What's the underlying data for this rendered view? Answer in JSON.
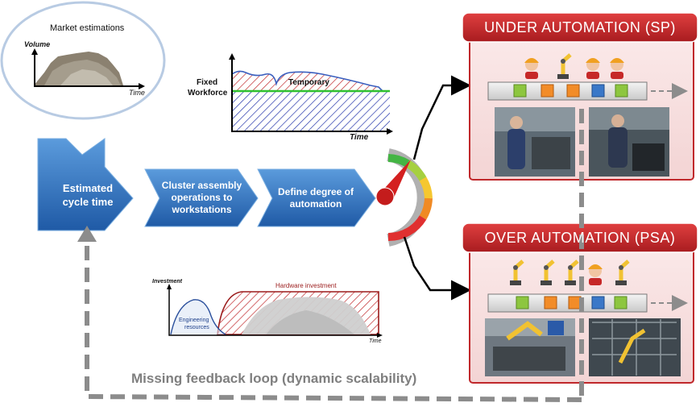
{
  "market": {
    "title": "Market estimations",
    "ylabel": "Volume",
    "xlabel": "Time"
  },
  "workforce": {
    "ylabel_line1": "Fixed",
    "ylabel_line2": "Workforce",
    "band_label": "Temporary",
    "xlabel": "Time"
  },
  "steps": [
    {
      "label_line1": "Estimated",
      "label_line2": "cycle time"
    },
    {
      "label": "Cluster assembly operations to workstations"
    },
    {
      "label": "Define degree of automation"
    }
  ],
  "investment": {
    "ylabel": "Investment",
    "hw_label": "Hardware investment",
    "eng_line1": "Engineering",
    "eng_line2": "resources",
    "xlabel": "Time"
  },
  "panels": {
    "under": {
      "title": "UNDER AUTOMATION  (SP)"
    },
    "over": {
      "title": "OVER  AUTOMATION (PSA)"
    }
  },
  "feedback": {
    "label": "Missing feedback loop (dynamic scalability)"
  },
  "colors": {
    "arrow_blue": "#2f6fbf",
    "panel_red": "#c0282b",
    "hatch_red": "#c0282b",
    "hatch_blue": "#2233aa",
    "station_green": "#8dc63f",
    "station_orange": "#f28c28",
    "station_blue": "#3a78c8",
    "feedback_gray": "#8c8c8c"
  }
}
